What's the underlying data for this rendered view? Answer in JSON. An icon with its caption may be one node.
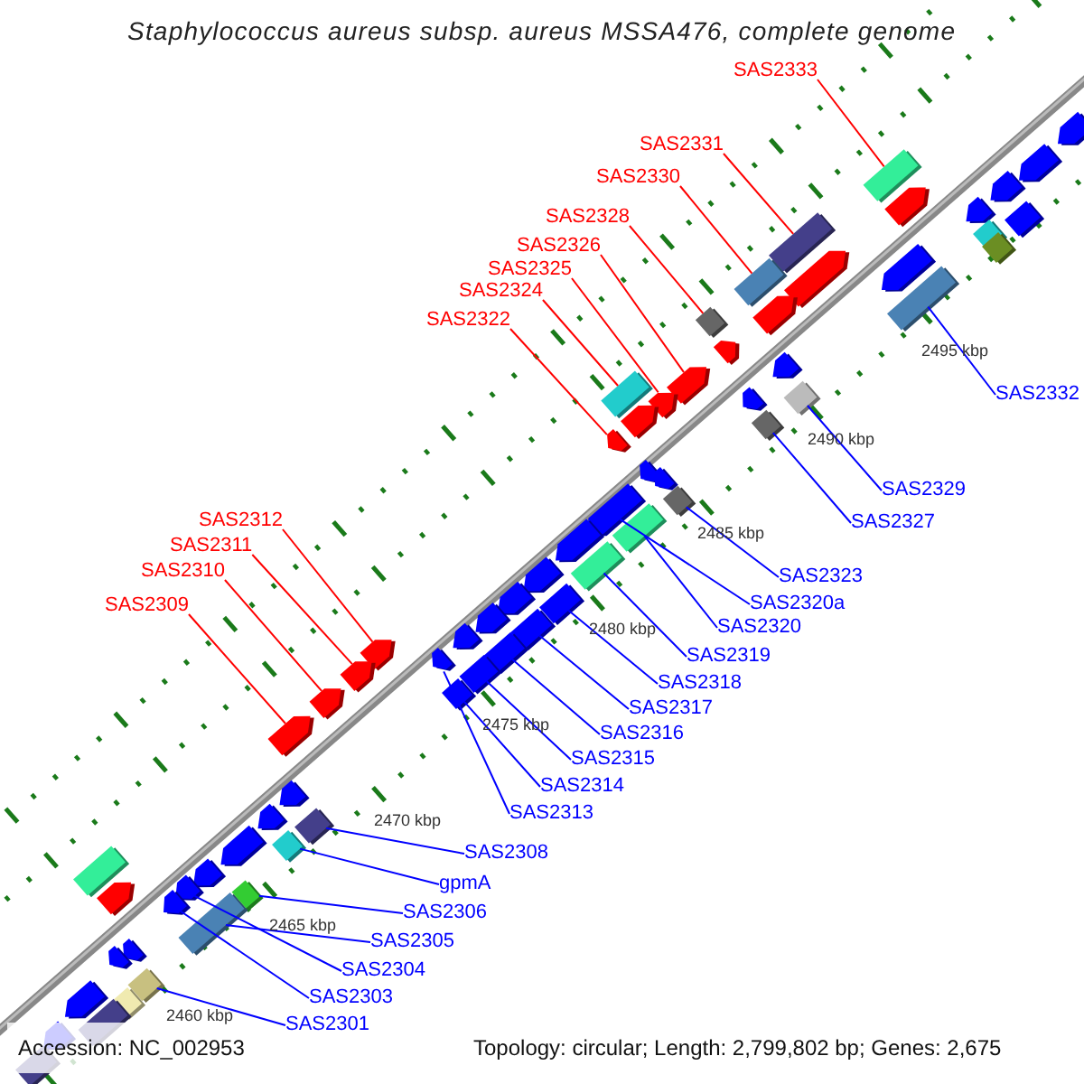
{
  "diagram": {
    "title": "Staphylococcus aureus subsp. aureus MSSA476, complete genome",
    "nodes": [
      {
        "text": [
          "SAS2333"
        ]
      },
      {
        "text": [
          "SAS2331"
        ]
      },
      {
        "text": [
          "SAS2330"
        ]
      },
      {
        "text": [
          "SAS2328"
        ]
      },
      {
        "text": [
          "SAS2326"
        ]
      },
      {
        "text": [
          "SAS2325"
        ]
      },
      {
        "text": [
          "SAS2324"
        ]
      },
      {
        "text": [
          "SAS2322"
        ]
      },
      {
        "text": [
          "SAS2332"
        ]
      },
      {
        "text": [
          "SAS2329"
        ]
      },
      {
        "text": [
          "SAS2312"
        ]
      },
      {
        "text": [
          "SAS2327"
        ]
      },
      {
        "text": [
          "SAS2311"
        ]
      },
      {
        "text": [
          "SAS2310"
        ]
      },
      {
        "text": [
          "SAS2323"
        ]
      },
      {
        "text": [
          "SAS2309"
        ]
      },
      {
        "text": [
          "SAS2320a"
        ]
      },
      {
        "text": [
          "SAS2320"
        ]
      },
      {
        "text": [
          "SAS2319"
        ]
      },
      {
        "text": [
          "SAS2318"
        ]
      },
      {
        "text": [
          "SAS2317"
        ]
      },
      {
        "text": [
          "SAS2316"
        ]
      },
      {
        "text": [
          "SAS2315"
        ]
      },
      {
        "text": [
          "SAS2314"
        ]
      },
      {
        "text": [
          "SAS2313"
        ]
      },
      {
        "text": [
          "SAS2308"
        ]
      },
      {
        "text": [
          "gpmA"
        ]
      },
      {
        "text": [
          "SAS2306"
        ]
      },
      {
        "text": [
          "SAS2305"
        ]
      },
      {
        "text": [
          "SAS2304"
        ]
      },
      {
        "text": [
          "SAS2303"
        ]
      },
      {
        "text": [
          "SAS2301"
        ]
      },
      {
        "text": [],
        "shape": "box"
      },
      {
        "text": [],
        "shape": "pentagon"
      },
      {
        "text": [],
        "shape": "box"
      },
      {
        "text": [],
        "shape": "box"
      },
      {
        "text": [],
        "shape": "pentagon"
      },
      {
        "text": [],
        "shape": "pentagon"
      },
      {
        "text": [],
        "shape": "box"
      },
      {
        "text": [],
        "shape": "pentagon"
      },
      {
        "text": [],
        "shape": "pentagon"
      },
      {
        "text": [],
        "shape": "pentagon"
      },
      {
        "text": [],
        "shape": "pentagon"
      },
      {
        "text": [],
        "shape": "box"
      },
      {
        "text": [],
        "shape": "pentagon"
      },
      {
        "text": [],
        "shape": "pentagon"
      },
      {
        "text": [],
        "shape": "pentagon"
      },
      {
        "text": [],
        "shape": "pentagon"
      },
      {
        "text": [],
        "shape": "pentagon"
      },
      {
        "text": [],
        "shape": "box"
      },
      {
        "text": [],
        "shape": "pentagon"
      },
      {
        "text": [],
        "shape": "pentagon"
      },
      {
        "text": [],
        "shape": "pentagon"
      },
      {
        "text": [],
        "shape": "pentagon"
      },
      {
        "text": [],
        "shape": "pentagon"
      },
      {
        "text": [],
        "shape": "box"
      },
      {
        "text": [],
        "shape": "box"
      },
      {
        "text": [],
        "shape": "box"
      },
      {
        "text": [],
        "shape": "pentagon"
      },
      {
        "text": [],
        "shape": "box"
      },
      {
        "text": [],
        "shape": "pentagon"
      },
      {
        "text": [],
        "shape": "box"
      },
      {
        "text": [],
        "shape": "pentagon"
      },
      {
        "text": [],
        "shape": "box"
      },
      {
        "text": [],
        "shape": "pentagon"
      },
      {
        "text": [],
        "shape": "pentagon"
      },
      {
        "text": [],
        "shape": "box"
      },
      {
        "text": [],
        "shape": "pentagon"
      },
      {
        "text": [],
        "shape": "pentagon"
      },
      {
        "text": [],
        "shape": "box"
      },
      {
        "text": [],
        "shape": "pentagon"
      },
      {
        "text": [],
        "shape": "pentagon"
      },
      {
        "text": [],
        "shape": "pentagon"
      },
      {
        "text": [],
        "shape": "pentagon"
      },
      {
        "text": [],
        "shape": "pentagon"
      },
      {
        "text": [],
        "shape": "box"
      },
      {
        "text": [],
        "shape": "pentagon"
      },
      {
        "text": [],
        "shape": "pentagon"
      },
      {
        "text": [],
        "shape": "box"
      },
      {
        "text": [],
        "shape": "box"
      },
      {
        "text": [],
        "shape": "pentagon"
      },
      {
        "text": [],
        "shape": "pentagon"
      },
      {
        "text": [],
        "shape": "pentagon"
      },
      {
        "text": [],
        "shape": "pentagon"
      },
      {
        "text": [],
        "shape": "box"
      },
      {
        "text": [],
        "shape": "box"
      },
      {
        "text": [],
        "shape": "pentagon"
      },
      {
        "text": [],
        "shape": "pentagon"
      },
      {
        "text": [],
        "shape": "box"
      },
      {
        "text": [],
        "shape": "box"
      },
      {
        "text": [],
        "shape": "pentagon"
      },
      {
        "text": [],
        "shape": "box"
      },
      {
        "text": [],
        "shape": "pentagon"
      },
      {
        "text": [],
        "shape": "box"
      },
      {
        "text": [],
        "shape": "box"
      },
      {
        "text": [],
        "shape": "box"
      },
      {
        "text": [],
        "shape": "box"
      },
      {
        "text": [],
        "shape": "box"
      },
      {
        "text": [],
        "shape": "box"
      }
    ],
    "edges": [
      {
        "from": 0,
        "to": 32,
        "arrow": "none",
        "color": "#ff0000"
      },
      {
        "from": 1,
        "to": 34,
        "arrow": "none",
        "color": "#ff0000"
      },
      {
        "from": 2,
        "to": 35,
        "arrow": "none",
        "color": "#ff0000"
      },
      {
        "from": 3,
        "to": 38,
        "arrow": "none",
        "color": "#ff0000"
      },
      {
        "from": 4,
        "to": 40,
        "arrow": "none",
        "color": "#ff0000"
      },
      {
        "from": 5,
        "to": 41,
        "arrow": "none",
        "color": "#ff0000"
      },
      {
        "from": 6,
        "to": 43,
        "arrow": "none",
        "color": "#ff0000"
      },
      {
        "from": 7,
        "to": 44,
        "arrow": "none",
        "color": "#ff0000"
      },
      {
        "from": 8,
        "to": 59,
        "arrow": "none",
        "color": "#0000ff"
      },
      {
        "from": 9,
        "to": 61,
        "arrow": "none",
        "color": "#0000ff"
      },
      {
        "from": 10,
        "to": 45,
        "arrow": "none",
        "color": "#ff0000"
      },
      {
        "from": 11,
        "to": 63,
        "arrow": "none",
        "color": "#0000ff"
      },
      {
        "from": 12,
        "to": 46,
        "arrow": "none",
        "color": "#ff0000"
      },
      {
        "from": 13,
        "to": 47,
        "arrow": "none",
        "color": "#ff0000"
      },
      {
        "from": 14,
        "to": 66,
        "arrow": "none",
        "color": "#0000ff"
      },
      {
        "from": 15,
        "to": 48,
        "arrow": "none",
        "color": "#ff0000"
      },
      {
        "from": 16,
        "to": 67,
        "arrow": "none",
        "color": "#0000ff"
      },
      {
        "from": 17,
        "to": 69,
        "arrow": "none",
        "color": "#0000ff"
      },
      {
        "from": 18,
        "to": 94,
        "arrow": "none",
        "color": "#0000ff"
      },
      {
        "from": 19,
        "to": 75,
        "arrow": "none",
        "color": "#0000ff"
      },
      {
        "from": 20,
        "to": 95,
        "arrow": "none",
        "color": "#0000ff"
      },
      {
        "from": 21,
        "to": 96,
        "arrow": "none",
        "color": "#0000ff"
      },
      {
        "from": 22,
        "to": 97,
        "arrow": "none",
        "color": "#0000ff"
      },
      {
        "from": 23,
        "to": 98,
        "arrow": "none",
        "color": "#0000ff"
      },
      {
        "from": 24,
        "to": 74,
        "arrow": "none",
        "color": "#0000ff"
      },
      {
        "from": 25,
        "to": 78,
        "arrow": "none",
        "color": "#0000ff"
      },
      {
        "from": 26,
        "to": 79,
        "arrow": "none",
        "color": "#0000ff"
      },
      {
        "from": 27,
        "to": 85,
        "arrow": "none",
        "color": "#0000ff"
      },
      {
        "from": 28,
        "to": 84,
        "arrow": "none",
        "color": "#0000ff"
      },
      {
        "from": 29,
        "to": 82,
        "arrow": "none",
        "color": "#0000ff"
      },
      {
        "from": 30,
        "to": 83,
        "arrow": "none",
        "color": "#0000ff"
      },
      {
        "from": 31,
        "to": 88,
        "arrow": "none",
        "color": "#0000ff"
      }
    ],
    "labels": [
      "2495 kbp",
      "2490 kbp",
      "2485 kbp",
      "2480 kbp",
      "2475 kbp",
      "2470 kbp",
      "2465 kbp",
      "2460 kbp",
      "Accession: NC_002953",
      "Topology: circular; Length: 2,799,802 bp; Genes: 2,675"
    ]
  }
}
